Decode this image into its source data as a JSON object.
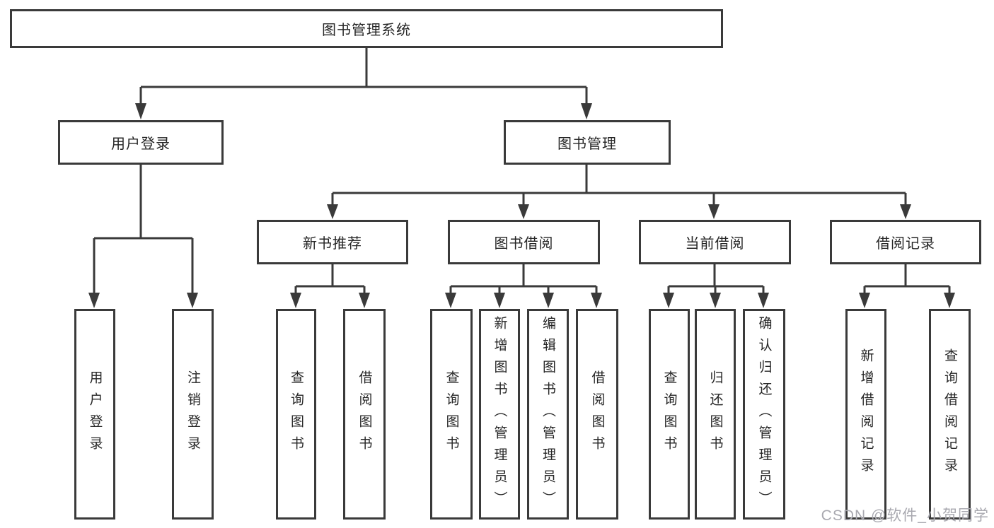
{
  "watermark": "CSDN @软件_小贺同学",
  "colors": {
    "line": "#3a3a3a",
    "text": "#262626",
    "background": "#ffffff",
    "watermark_text": "#a9a9b0"
  },
  "nodes": {
    "root": {
      "label": "图书管理系统"
    },
    "user_login": {
      "label": "用户登录",
      "leaves": [
        "用户登录",
        "注销登录"
      ]
    },
    "book_management": {
      "label": "图书管理"
    },
    "new_book": {
      "label": "新书推荐",
      "leaves": [
        "查询图书",
        "借阅图书"
      ]
    },
    "book_borrow": {
      "label": "图书借阅",
      "leaves": [
        "查询图书",
        "新增图书（管理员）",
        "编辑图书（管理员）",
        "借阅图书"
      ]
    },
    "current_borrow": {
      "label": "当前借阅",
      "leaves": [
        "查询图书",
        "归还图书",
        "确认归还（管理员）"
      ]
    },
    "borrow_record": {
      "label": "借阅记录",
      "leaves": [
        "新增借阅记录",
        "查询借阅记录"
      ]
    }
  }
}
